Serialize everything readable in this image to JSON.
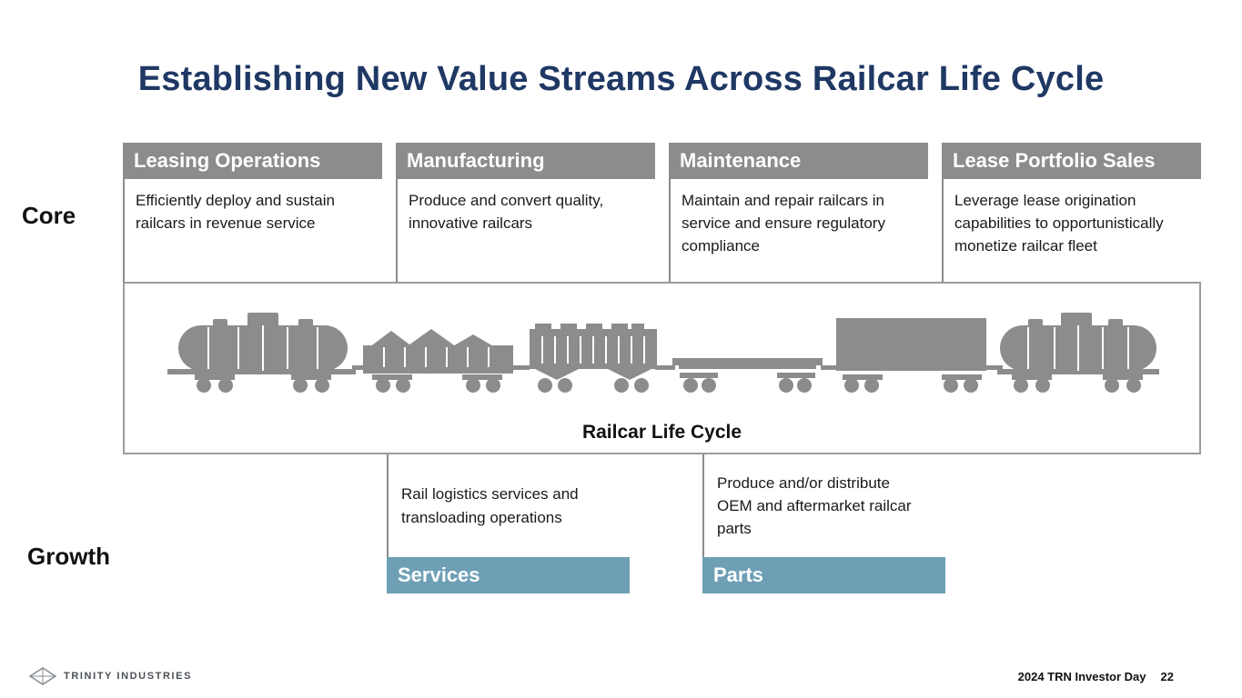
{
  "slide": {
    "title": "Establishing New Value Streams Across Railcar Life Cycle",
    "core_label": "Core",
    "growth_label": "Growth",
    "lifecycle_label": "Railcar Life Cycle",
    "core_items": [
      {
        "header": "Leasing Operations",
        "description": "Efficiently deploy and sustain railcars in revenue service"
      },
      {
        "header": "Manufacturing",
        "description": "Produce and convert quality, innovative railcars"
      },
      {
        "header": "Maintenance",
        "description": "Maintain and repair railcars in service and ensure regulatory compliance"
      },
      {
        "header": "Lease Portfolio Sales",
        "description": "Leverage lease origination capabilities to opportunistically monetize railcar fleet"
      }
    ],
    "growth_items": [
      {
        "header": "Services",
        "description": "Rail logistics services and transloading operations"
      },
      {
        "header": "Parts",
        "description": "Produce and/or distribute OEM and aftermarket railcar parts"
      }
    ],
    "train_cars": [
      "tank-car-icon",
      "gondola-car-icon",
      "hopper-car-icon",
      "flat-car-icon",
      "boxcar-icon",
      "tank-car-icon"
    ],
    "footer": {
      "logo_text": "TRINITY INDUSTRIES",
      "event_label": "2024 TRN Investor Day",
      "page_number": "22"
    },
    "colors": {
      "title": "#1F3864",
      "core_header_bg": "#8C8C8C",
      "growth_header_bg": "#6E9FB5",
      "train_gray": "#8C8C8C",
      "header_text": "#FFFFFF"
    }
  }
}
